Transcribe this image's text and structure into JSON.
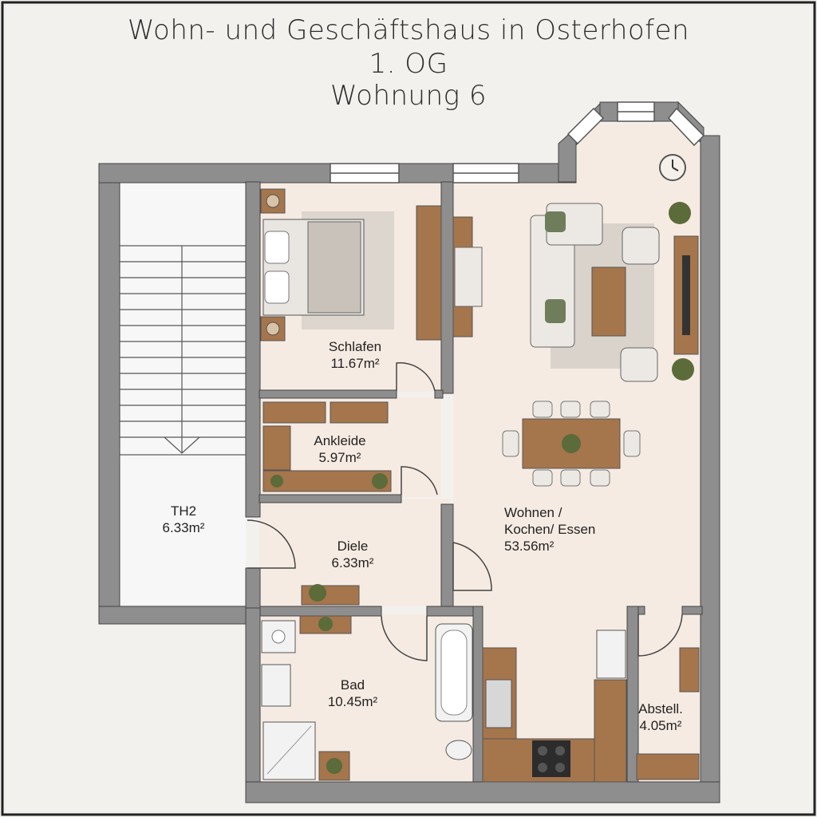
{
  "title": {
    "line1": "Wohn- und Geschäftshaus in Osterhofen",
    "line2": "1. OG",
    "line3": "Wohnung 6"
  },
  "rooms": {
    "th2": {
      "name": "TH2",
      "area": "6.33m²"
    },
    "schlafen": {
      "name": "Schlafen",
      "area": "11.67m²"
    },
    "ankleide": {
      "name": "Ankleide",
      "area": "5.97m²"
    },
    "diele": {
      "name": "Diele",
      "area": "6.33m²"
    },
    "wohnen": {
      "name_line1": "Wohnen /",
      "name_line2": "Kochen/ Essen",
      "area": "53.56m²"
    },
    "bad": {
      "name": "Bad",
      "area": "10.45m²"
    },
    "abstell": {
      "name": "Abstell.",
      "area": "4.05m²"
    }
  },
  "colors": {
    "wall": "#8e8e8e",
    "floor": "#f6ebe2",
    "stair_floor": "#f7f7f7",
    "wood": "#a5754c",
    "rug": "#d9d3cc",
    "plant": "#5b6b3a"
  },
  "icons": [
    "clock-icon",
    "plant-icon",
    "stove-icon",
    "sink-icon",
    "toilet-icon",
    "bathtub-icon",
    "shower-icon",
    "tv-icon",
    "bed-icon",
    "sofa-icon"
  ]
}
